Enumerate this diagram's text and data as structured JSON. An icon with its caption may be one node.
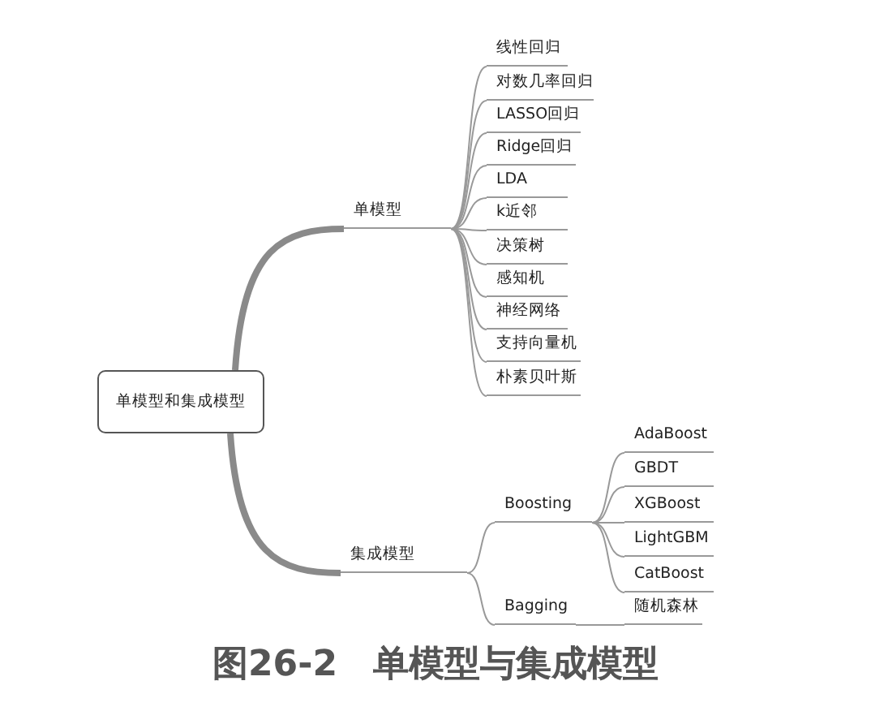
{
  "diagram": {
    "caption": "图26-2　单模型与集成模型",
    "nodes": [
      {
        "text": [
          "单模型和集成模型"
        ]
      },
      {
        "text": [
          "单模型"
        ]
      },
      {
        "text": [
          "线性回归"
        ]
      },
      {
        "text": [
          "对数几率回归"
        ]
      },
      {
        "text": [
          "LASSO回归"
        ]
      },
      {
        "text": [
          "Ridge回归"
        ]
      },
      {
        "text": [
          "LDA"
        ]
      },
      {
        "text": [
          "k近邻"
        ]
      },
      {
        "text": [
          "决策树"
        ]
      },
      {
        "text": [
          "感知机"
        ]
      },
      {
        "text": [
          "神经网络"
        ]
      },
      {
        "text": [
          "支持向量机"
        ]
      },
      {
        "text": [
          "朴素贝叶斯"
        ]
      },
      {
        "text": [
          "集成模型"
        ]
      },
      {
        "text": [
          "Boosting"
        ]
      },
      {
        "text": [
          "Bagging"
        ]
      },
      {
        "text": [
          "AdaBoost"
        ]
      },
      {
        "text": [
          "GBDT"
        ]
      },
      {
        "text": [
          "XGBoost"
        ]
      },
      {
        "text": [
          "LightGBM"
        ]
      },
      {
        "text": [
          "CatBoost"
        ]
      },
      {
        "text": [
          "随机森林"
        ]
      }
    ],
    "edges": [
      {
        "from": 0,
        "to": 1,
        "arrow": "none",
        "style": "thick",
        "color": "#8a8a8a"
      },
      {
        "from": 1,
        "to": 2,
        "arrow": "none"
      },
      {
        "from": 1,
        "to": 3,
        "arrow": "none"
      },
      {
        "from": 1,
        "to": 4,
        "arrow": "none"
      },
      {
        "from": 1,
        "to": 5,
        "arrow": "none"
      },
      {
        "from": 1,
        "to": 6,
        "arrow": "none"
      },
      {
        "from": 1,
        "to": 7,
        "arrow": "none"
      },
      {
        "from": 1,
        "to": 8,
        "arrow": "none"
      },
      {
        "from": 1,
        "to": 9,
        "arrow": "none"
      },
      {
        "from": 1,
        "to": 10,
        "arrow": "none"
      },
      {
        "from": 1,
        "to": 11,
        "arrow": "none"
      },
      {
        "from": 1,
        "to": 12,
        "arrow": "none"
      },
      {
        "from": 0,
        "to": 13,
        "arrow": "none",
        "style": "thick",
        "color": "#8a8a8a"
      },
      {
        "from": 13,
        "to": 14,
        "arrow": "none"
      },
      {
        "from": 13,
        "to": 15,
        "arrow": "none"
      },
      {
        "from": 14,
        "to": 16,
        "arrow": "none"
      },
      {
        "from": 14,
        "to": 17,
        "arrow": "none"
      },
      {
        "from": 14,
        "to": 18,
        "arrow": "none"
      },
      {
        "from": 14,
        "to": 19,
        "arrow": "none"
      },
      {
        "from": 14,
        "to": 20,
        "arrow": "none"
      },
      {
        "from": 15,
        "to": 21,
        "arrow": "none"
      }
    ]
  }
}
